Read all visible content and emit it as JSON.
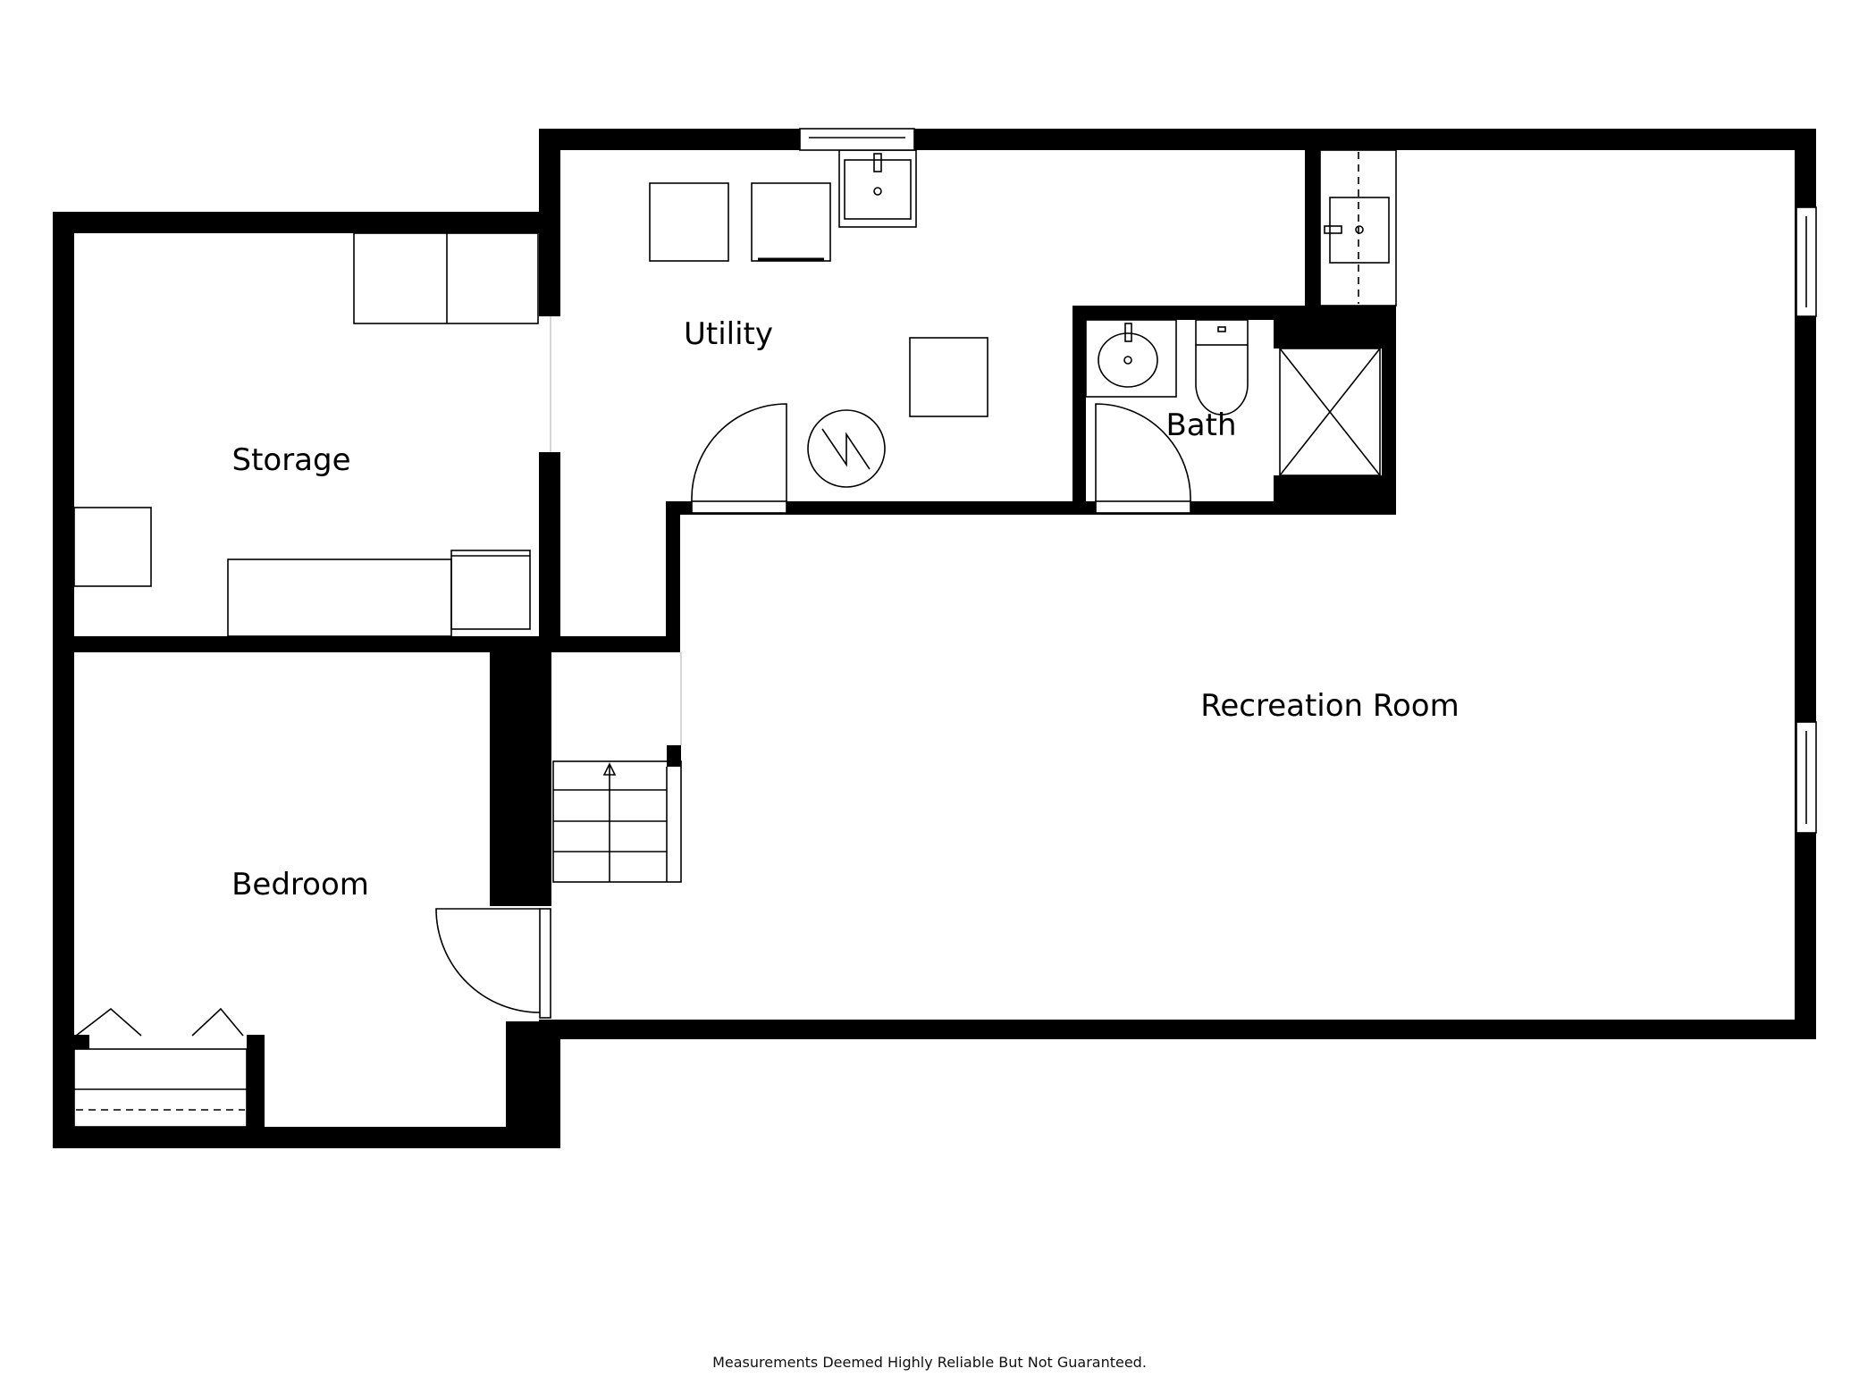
{
  "plan": {
    "rooms": [
      {
        "id": "storage",
        "label": "Storage"
      },
      {
        "id": "utility",
        "label": "Utility"
      },
      {
        "id": "bath",
        "label": "Bath"
      },
      {
        "id": "recreation",
        "label": "Recreation Room"
      },
      {
        "id": "bedroom",
        "label": "Bedroom"
      }
    ],
    "wall_color": "#000000",
    "background": "#ffffff"
  },
  "footer": {
    "disclaimer": "Measurements Deemed Highly Reliable But Not Guaranteed."
  }
}
